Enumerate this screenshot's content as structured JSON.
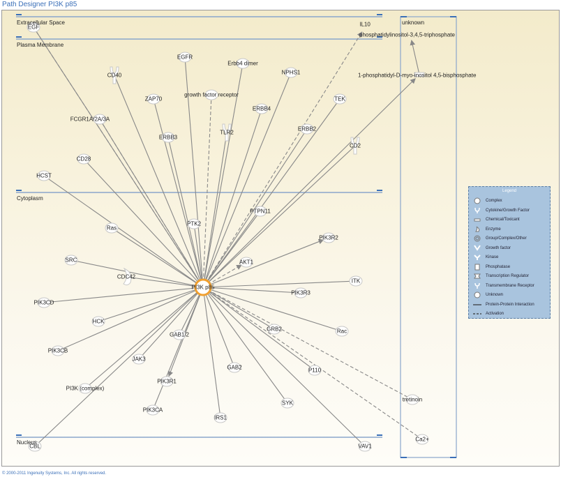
{
  "app": {
    "title": "Path Designer PI3K p85"
  },
  "footer": "© 2000-2011 Ingenuity Systems, Inc. All rights reserved.",
  "compartments": {
    "extracellular": "Extracellular Space",
    "plasma": "Plasma Membrane",
    "cytoplasm": "Cytoplasm",
    "nucleus": "Nucleus",
    "unknown": "unknown"
  },
  "nodes": {
    "egf": "EGF",
    "il10": "IL10",
    "pip3": "phosphatidylinositol-3,4,5-triphosphate",
    "pip2": "1-phosphatidyl-D-myo-inositol 4,5-bisphosphate",
    "egfr": "EGFR",
    "erbb4_dimer": "Erbb4 dimer",
    "nphs1": "NPHS1",
    "cd40": "CD40",
    "zap70": "ZAP70",
    "gfr": "growth factor receptor",
    "tek": "TEK",
    "erbb4": "ERBB4",
    "fcgr1a": "FCGR1A/2A/3A",
    "erbb3": "ERBB3",
    "tlr2": "TLR2",
    "erbb2": "ERBB2",
    "cd2": "CD2",
    "cd28": "CD28",
    "hcst": "HCST",
    "ptpn11": "PTPN11",
    "ras": "Ras",
    "ptk2": "PTK2",
    "pik3r2": "PIK3R2",
    "src": "SRC",
    "akt1": "AKT1",
    "cdc42": "CDC42",
    "hub": "PI3K p85",
    "pik3r3": "PIK3R3",
    "itk": "ITK",
    "pik3cd": "PIK3CD",
    "hck": "HCK",
    "gab12": "GAB1/2",
    "grb2": "GRB2",
    "rac": "Rac",
    "pik3cb": "PIK3CB",
    "jak3": "JAK3",
    "gab2": "GAB2",
    "p110": "P110",
    "pik3r1": "PIK3R1",
    "pi3k_complex": "PI3K (complex)",
    "tretinoin": "tretinoin",
    "pik3ca": "PIK3CA",
    "syk": "SYK",
    "irs1": "IRS1",
    "ca2": "Ca2+",
    "cbl": "CBL",
    "vav1": "VAV1"
  },
  "legend": {
    "title": "Legend",
    "items": [
      {
        "icon": "complex-icon",
        "label": "Complex"
      },
      {
        "icon": "cytokine-icon",
        "label": "Cytokine/Growth Factor"
      },
      {
        "icon": "chemical-icon",
        "label": "Chemical/Toxicant"
      },
      {
        "icon": "enzyme-icon",
        "label": "Enzyme"
      },
      {
        "icon": "group-icon",
        "label": "Group/Complex/Other"
      },
      {
        "icon": "growth-factor-icon",
        "label": "Growth factor"
      },
      {
        "icon": "kinase-icon",
        "label": "Kinase"
      },
      {
        "icon": "phosphatase-icon",
        "label": "Phosphatase"
      },
      {
        "icon": "transcription-regulator-icon",
        "label": "Transcription Regulator"
      },
      {
        "icon": "transmembrane-receptor-icon",
        "label": "Transmembrane Receptor"
      },
      {
        "icon": "unknown-icon",
        "label": "Unknown"
      },
      {
        "icon": "solid-line-icon",
        "label": "Protein-Protein Interaction"
      },
      {
        "icon": "dashed-line-icon",
        "label": "Activation"
      }
    ]
  },
  "colors": {
    "edge": "#888888",
    "hub": "#f0a030",
    "band": "#8aa6cc",
    "accent": "#3a6fb8"
  }
}
